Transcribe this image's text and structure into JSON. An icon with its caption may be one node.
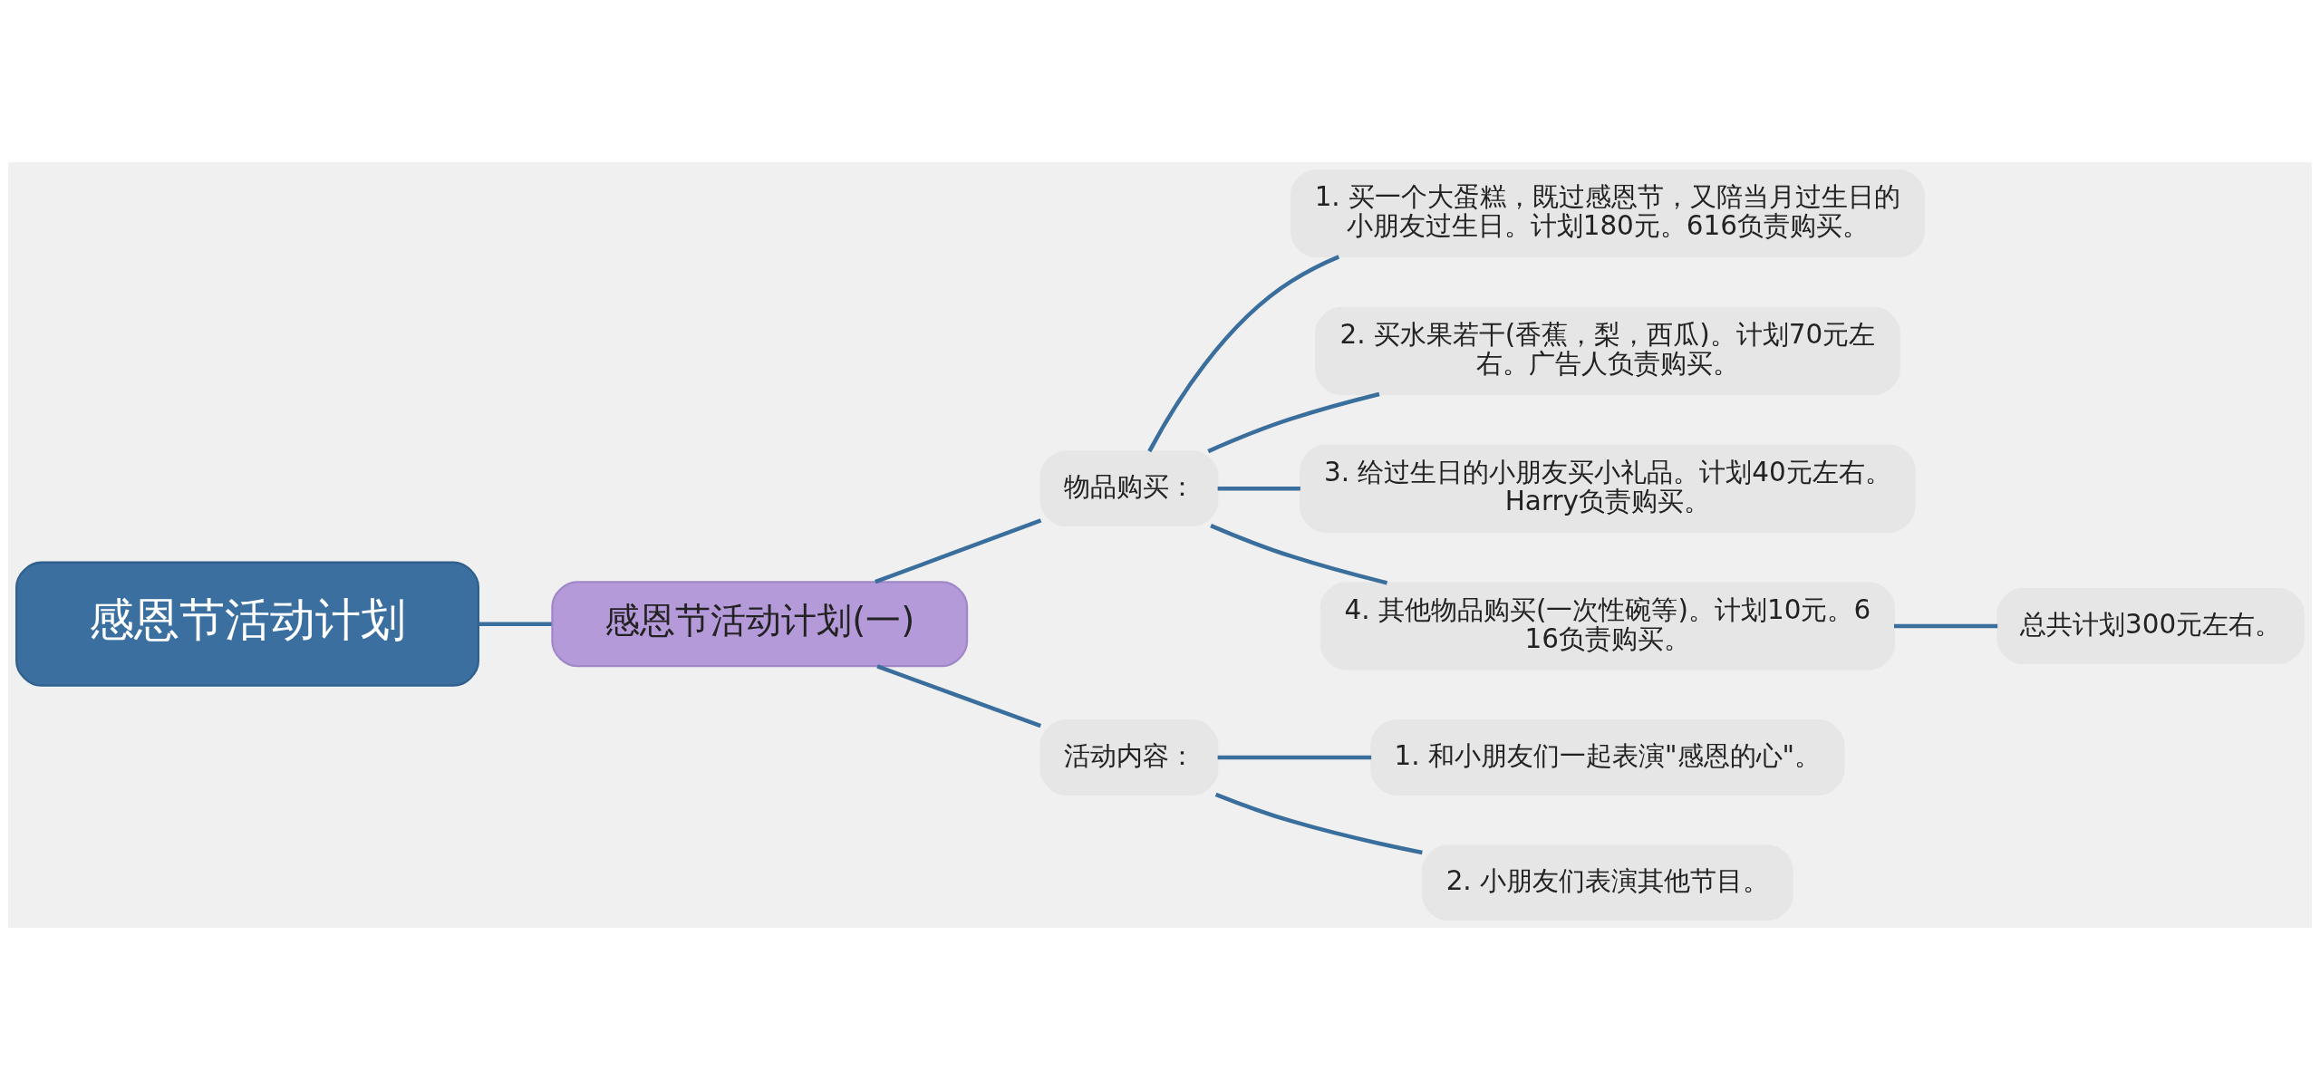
{
  "diagram": {
    "nodes": [
      {
        "text": [
          "感恩节活动计划"
        ]
      },
      {
        "text": [
          "感恩节活动计划(一)"
        ]
      },
      {
        "text": [
          "物品购买："
        ]
      },
      {
        "text": [
          "1. 买一个大蛋糕，既过感恩节，又陪当月过生日的小朋友过生日。计划180元。616负责购买。"
        ]
      },
      {
        "text": [
          "2. 买水果若干(香蕉，梨，西瓜)。计划70元左右。广告人负责购买。"
        ]
      },
      {
        "text": [
          "3. 给过生日的小朋友买小礼品。计划40元左右。Harry负责购买。"
        ]
      },
      {
        "text": [
          "4. 其他物品购买(一次性碗等)。计划10元。616负责购买。"
        ]
      },
      {
        "text": [
          "总共计划300元左右。"
        ]
      },
      {
        "text": [
          "活动内容："
        ]
      },
      {
        "text": [
          "1. 和小朋友们一起表演\"感恩的心\"。"
        ]
      },
      {
        "text": [
          "2. 小朋友们表演其他节目。"
        ]
      }
    ],
    "edges": [
      {
        "from": 0,
        "to": 1,
        "arrow": "none"
      },
      {
        "from": 1,
        "to": 2,
        "arrow": "none"
      },
      {
        "from": 2,
        "to": 3,
        "arrow": "none"
      },
      {
        "from": 2,
        "to": 4,
        "arrow": "none"
      },
      {
        "from": 2,
        "to": 5,
        "arrow": "none"
      },
      {
        "from": 2,
        "to": 6,
        "arrow": "none"
      },
      {
        "from": 6,
        "to": 7,
        "arrow": "none"
      },
      {
        "from": 1,
        "to": 8,
        "arrow": "none"
      },
      {
        "from": 8,
        "to": 9,
        "arrow": "none"
      },
      {
        "from": 8,
        "to": 10,
        "arrow": "none"
      }
    ]
  }
}
